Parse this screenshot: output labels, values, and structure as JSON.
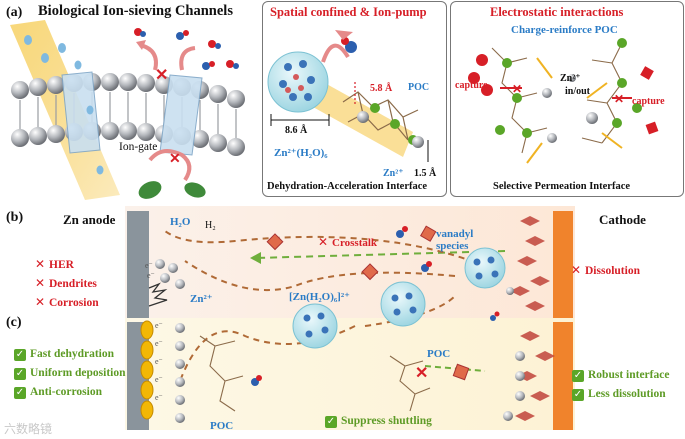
{
  "panel_a": {
    "letter": "(a)",
    "channel_title": "Biological Ion-sieving Channels",
    "ion_gate": "Ion-gate",
    "center_title": "Spatial confined & Ion-pump",
    "dim_58": "5.8 Å",
    "dim_86": "8.6 Å",
    "dim_15": "1.5 Å",
    "poc": "POC",
    "zn_hydrate": "Zn²⁺(H₂O)₆",
    "zn2": "Zn²⁺",
    "center_caption": "Dehydration-Acceleration Interface",
    "right_title": "Electrostatic interactions",
    "charge_poc": "Charge-reinforce POC",
    "capture_left": "capture",
    "capture_right": "capture",
    "zn_inout": "Zn²⁺",
    "inout": "in/out",
    "right_caption": "Selective Permeation Interface"
  },
  "panel_b": {
    "letter": "(b)",
    "anode": "Zn anode",
    "cathode": "Cathode",
    "h2o": "H₂O",
    "h2": "H₂",
    "crosstalk": "Crosstalk",
    "vanadyl": "vanadyl",
    "species": "species",
    "zn_complex": "[Zn(H₂O)₆]²⁺",
    "zn2": "Zn²⁺",
    "problems": [
      "HER",
      "Dendrites",
      "Corrosion"
    ],
    "dissolution": "Dissolution"
  },
  "panel_c": {
    "letter": "(c)",
    "benefits_left": [
      "Fast  dehydration",
      "Uniform deposition",
      "Anti-corrosion"
    ],
    "poc_left": "POC",
    "poc_right": "POC",
    "suppress": "Suppress shuttling",
    "benefits_right": [
      "Robust interface",
      "Less dissolution"
    ]
  },
  "watermark": "六数略镜",
  "colors": {
    "red": "#d71f27",
    "blue": "#2b7cc6",
    "green": "#5aa628",
    "cathode": "#f0832c",
    "anode": "#8a949c",
    "poc_sphere": "#bfe6ee",
    "yellow_beam": "#f5c542"
  }
}
